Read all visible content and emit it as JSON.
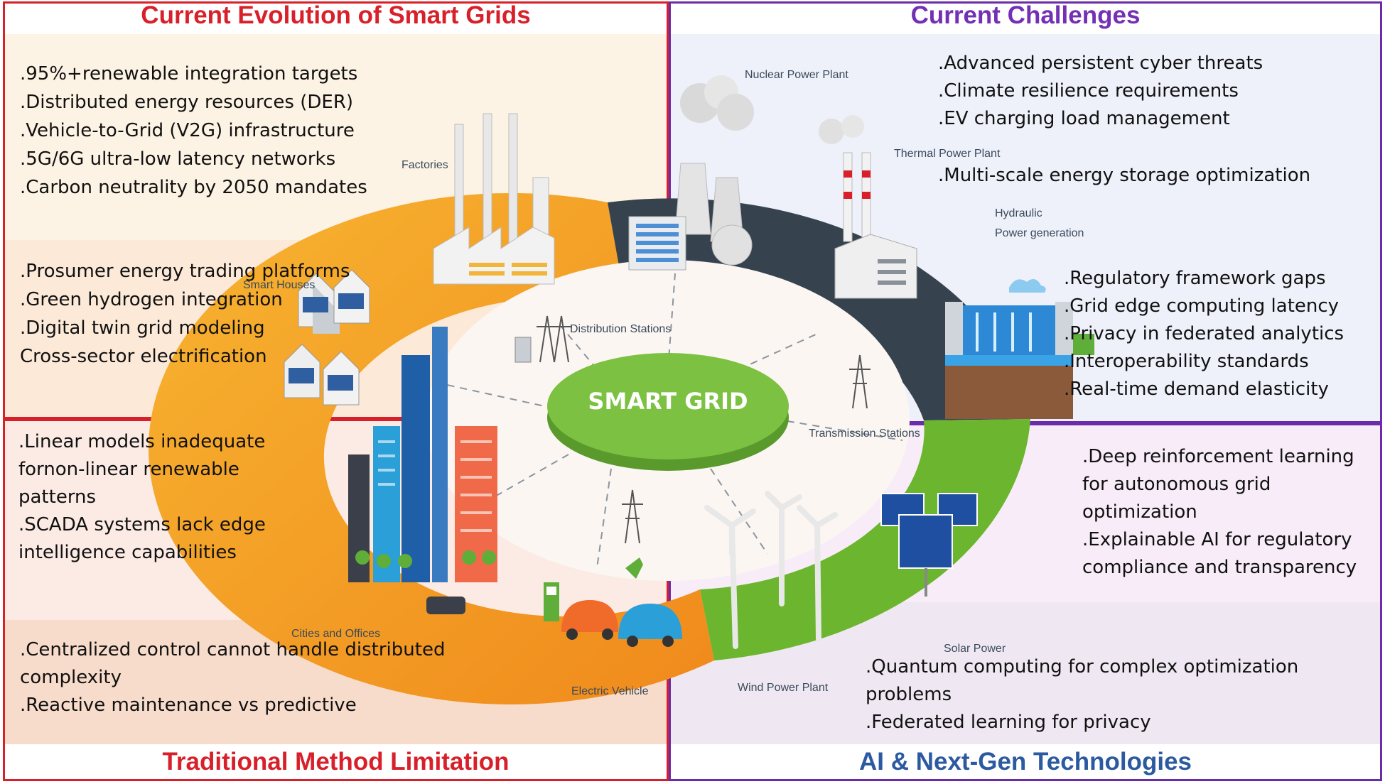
{
  "quadrants": {
    "top_left": {
      "title": "Current Evolution of Smart Grids",
      "list_a": [
        ".95%+renewable integration targets",
        ".Distributed energy resources (DER)",
        ".Vehicle-to-Grid (V2G) infrastructure",
        ".5G/6G ultra-low latency networks",
        ".Carbon neutrality by 2050 mandates"
      ],
      "list_b": [
        ".Prosumer energy trading platforms",
        ".Green hydrogen integration",
        ".Digital twin grid modeling",
        "Cross-sector electrification"
      ]
    },
    "top_right": {
      "title": "Current Challenges",
      "list_a": [
        ".Advanced persistent cyber threats",
        ".Climate resilience requirements",
        ".EV charging load management"
      ],
      "list_b": [
        ".Multi-scale energy storage optimization"
      ],
      "list_c": [
        ".Regulatory framework gaps",
        ".Grid edge computing latency",
        ".Privacy in federated analytics",
        ".Interoperability standards",
        ".Real-time demand elasticity"
      ]
    },
    "bottom_left": {
      "title": "Traditional Method Limitation",
      "list_a": [
        ".Linear models inadequate fornon-linear renewable patterns",
        ".SCADA systems lack edge intelligence capabilities"
      ],
      "list_b": [
        ".Centralized control cannot handle distributed complexity",
        ".Reactive maintenance vs predictive"
      ]
    },
    "bottom_right": {
      "title": "AI & Next-Gen Technologies",
      "list_a": [
        ".Deep reinforcement learning for autonomous grid optimization",
        ".Explainable AI for regulatory compliance and transparency"
      ],
      "list_b": [
        ".Quantum computing for complex optimization problems",
        ".Federated learning for privacy"
      ]
    }
  },
  "center_label": "SMART GRID",
  "labels": {
    "nuclear": "Nuclear Power Plant",
    "thermal": "Thermal Power Plant",
    "hydraulic_1": "Hydraulic",
    "hydraulic_2": "Power generation",
    "factories": "Factories",
    "smart_houses": "Smart Houses",
    "distribution": "Distribution Stations",
    "transmission": "Transmission Stations",
    "cities": "Cities and Offices",
    "ev": "Electric Vehicle",
    "wind": "Wind Power Plant",
    "solar": "Solar Power"
  },
  "colors": {
    "ring_orange": "#f4a22b",
    "ring_dark": "#36434f",
    "ring_green": "#6cb52f",
    "center_green": "#7cc142"
  }
}
